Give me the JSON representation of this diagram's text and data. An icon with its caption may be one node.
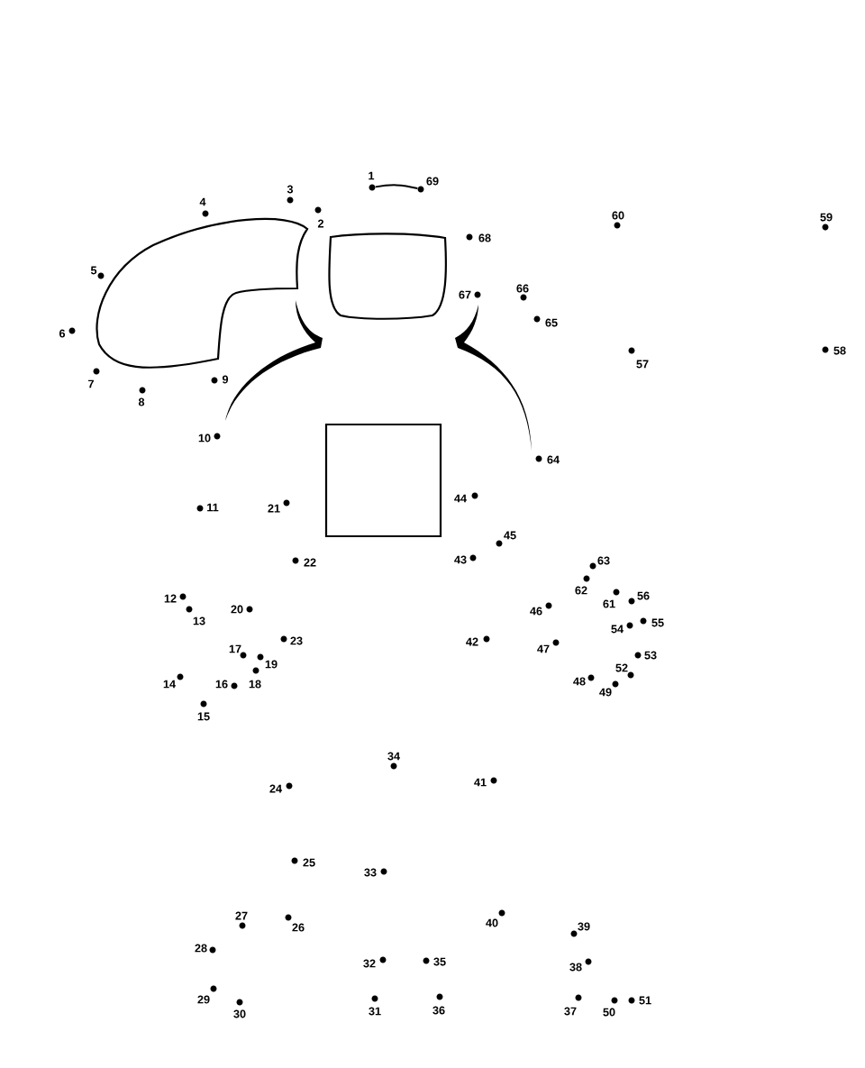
{
  "diagram": {
    "nodes": [
      {
        "text": [],
        "shape": "circle",
        "beside": [
          "1"
        ]
      },
      {
        "text": [],
        "shape": "circle",
        "beside": [
          "2"
        ]
      },
      {
        "text": [],
        "shape": "circle",
        "beside": [
          "3"
        ]
      },
      {
        "text": [],
        "shape": "circle",
        "beside": [
          "4"
        ]
      },
      {
        "text": [],
        "shape": "circle",
        "beside": [
          "5"
        ]
      },
      {
        "text": [],
        "shape": "circle",
        "beside": [
          "6"
        ]
      },
      {
        "text": [],
        "shape": "circle",
        "beside": [
          "7"
        ]
      },
      {
        "text": [],
        "shape": "circle",
        "beside": [
          "8"
        ]
      },
      {
        "text": [],
        "shape": "circle",
        "beside": [
          "9"
        ]
      },
      {
        "text": [],
        "shape": "circle",
        "beside": [
          "10"
        ]
      },
      {
        "text": [],
        "shape": "circle",
        "beside": [
          "11"
        ]
      },
      {
        "text": [],
        "shape": "circle",
        "beside": [
          "12"
        ]
      },
      {
        "text": [],
        "shape": "circle",
        "beside": [
          "13"
        ]
      },
      {
        "text": [],
        "shape": "circle",
        "beside": [
          "14"
        ]
      },
      {
        "text": [],
        "shape": "circle",
        "beside": [
          "15"
        ]
      },
      {
        "text": [],
        "shape": "circle",
        "beside": [
          "16"
        ]
      },
      {
        "text": [],
        "shape": "circle",
        "beside": [
          "17"
        ]
      },
      {
        "text": [],
        "shape": "circle",
        "beside": [
          "18"
        ]
      },
      {
        "text": [],
        "shape": "circle",
        "beside": [
          "19"
        ]
      },
      {
        "text": [],
        "shape": "circle",
        "beside": [
          "20"
        ]
      },
      {
        "text": [],
        "shape": "circle",
        "beside": [
          "21"
        ]
      },
      {
        "text": [],
        "shape": "circle",
        "beside": [
          "22"
        ]
      },
      {
        "text": [],
        "shape": "circle",
        "beside": [
          "23"
        ]
      },
      {
        "text": [],
        "shape": "circle",
        "beside": [
          "24"
        ]
      },
      {
        "text": [],
        "shape": "circle",
        "beside": [
          "25"
        ]
      },
      {
        "text": [],
        "shape": "circle",
        "beside": [
          "26"
        ]
      },
      {
        "text": [],
        "shape": "circle",
        "beside": [
          "27"
        ]
      },
      {
        "text": [],
        "shape": "circle",
        "beside": [
          "28"
        ]
      },
      {
        "text": [],
        "shape": "circle",
        "beside": [
          "29"
        ]
      },
      {
        "text": [],
        "shape": "circle",
        "beside": [
          "30"
        ]
      },
      {
        "text": [],
        "shape": "circle",
        "beside": [
          "31"
        ]
      },
      {
        "text": [],
        "shape": "circle",
        "beside": [
          "32"
        ]
      },
      {
        "text": [],
        "shape": "circle",
        "beside": [
          "33"
        ]
      },
      {
        "text": [],
        "shape": "circle",
        "beside": [
          "34"
        ]
      },
      {
        "text": [],
        "shape": "circle",
        "beside": [
          "35"
        ]
      },
      {
        "text": [],
        "shape": "circle",
        "beside": [
          "36"
        ]
      },
      {
        "text": [],
        "shape": "circle",
        "beside": [
          "37"
        ]
      },
      {
        "text": [],
        "shape": "circle",
        "beside": [
          "38"
        ]
      },
      {
        "text": [],
        "shape": "circle",
        "beside": [
          "39"
        ]
      },
      {
        "text": [],
        "shape": "circle",
        "beside": [
          "40"
        ]
      },
      {
        "text": [],
        "shape": "circle",
        "beside": [
          "41"
        ]
      },
      {
        "text": [],
        "shape": "circle",
        "beside": [
          "42"
        ]
      },
      {
        "text": [],
        "shape": "circle",
        "beside": [
          "43"
        ]
      },
      {
        "text": [],
        "shape": "circle",
        "beside": [
          "44"
        ]
      },
      {
        "text": [],
        "shape": "circle",
        "beside": [
          "45"
        ]
      },
      {
        "text": [],
        "shape": "circle",
        "beside": [
          "46"
        ]
      },
      {
        "text": [],
        "shape": "circle",
        "beside": [
          "47"
        ]
      },
      {
        "text": [],
        "shape": "circle",
        "beside": [
          "48"
        ]
      },
      {
        "text": [],
        "shape": "circle",
        "beside": [
          "49"
        ]
      },
      {
        "text": [],
        "shape": "circle",
        "beside": [
          "50"
        ]
      },
      {
        "text": [],
        "shape": "circle",
        "beside": [
          "51"
        ]
      },
      {
        "text": [],
        "shape": "circle",
        "beside": [
          "52"
        ]
      },
      {
        "text": [],
        "shape": "circle",
        "beside": [
          "53"
        ]
      },
      {
        "text": [],
        "shape": "circle",
        "beside": [
          "54"
        ]
      },
      {
        "text": [],
        "shape": "circle",
        "beside": [
          "55"
        ]
      },
      {
        "text": [],
        "shape": "circle",
        "beside": [
          "56"
        ]
      },
      {
        "text": [],
        "shape": "circle",
        "beside": [
          "57"
        ]
      },
      {
        "text": [],
        "shape": "circle",
        "beside": [
          "58"
        ]
      },
      {
        "text": [],
        "shape": "circle",
        "beside": [
          "59"
        ]
      },
      {
        "text": [],
        "shape": "circle",
        "beside": [
          "60"
        ]
      },
      {
        "text": [],
        "shape": "circle",
        "beside": [
          "61"
        ]
      },
      {
        "text": [],
        "shape": "circle",
        "beside": [
          "62"
        ]
      },
      {
        "text": [],
        "shape": "circle",
        "beside": [
          "63"
        ]
      },
      {
        "text": [],
        "shape": "circle",
        "beside": [
          "64"
        ]
      },
      {
        "text": [],
        "shape": "circle",
        "beside": [
          "65"
        ]
      },
      {
        "text": [],
        "shape": "circle",
        "beside": [
          "66"
        ]
      },
      {
        "text": [],
        "shape": "circle",
        "beside": [
          "67"
        ]
      },
      {
        "text": [],
        "shape": "circle",
        "beside": [
          "68"
        ]
      },
      {
        "text": [],
        "shape": "circle",
        "beside": [
          "69"
        ]
      }
    ],
    "edges": [
      {
        "from": 0,
        "to": 68,
        "arrow": "none"
      }
    ]
  }
}
